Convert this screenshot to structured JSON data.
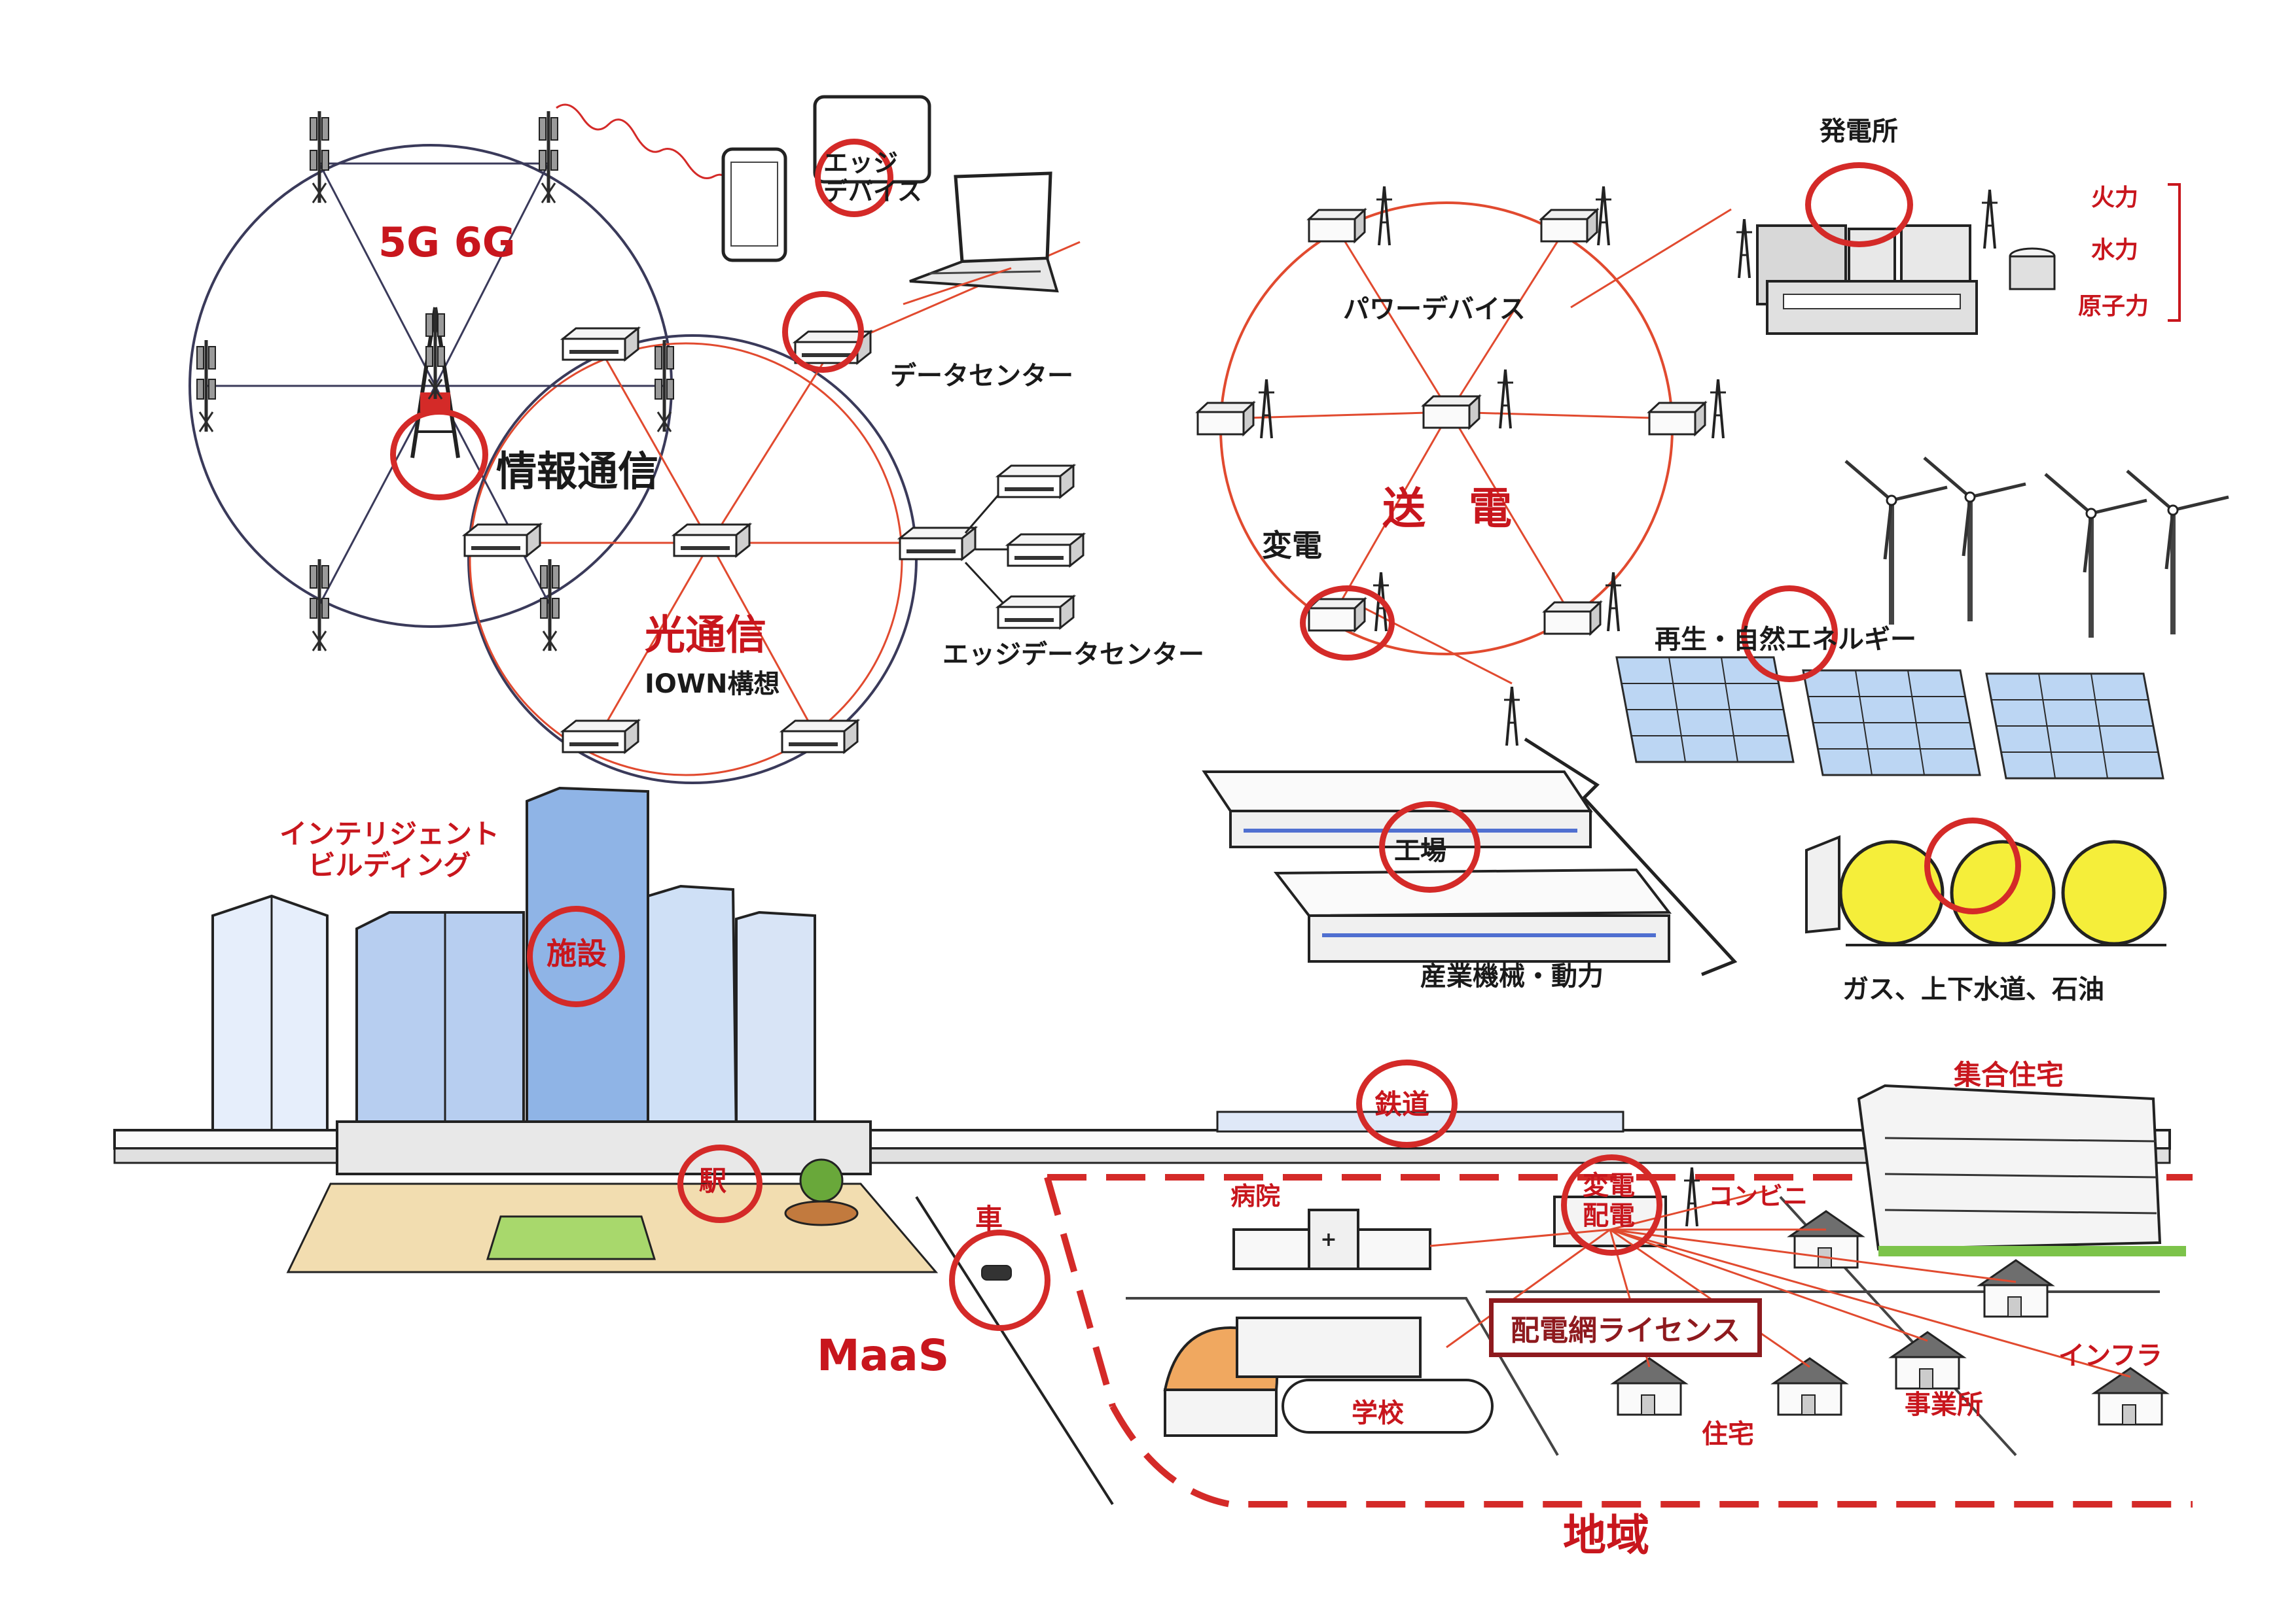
{
  "telecom": {
    "mobile_label": "5G  6G",
    "info_label": "情報通信",
    "optical_label": "光通信",
    "iown_label": "IOWN構想",
    "edge_device_label": "エッジ\nデバイス",
    "datacenter_label": "データセンター",
    "edge_datacenter_label": "エッジデータセンター"
  },
  "power": {
    "plant_label": "発電所",
    "plant_types": [
      "火力",
      "水力",
      "原子力"
    ],
    "power_device_label": "パワーデバイス",
    "transmission_label": "送　電",
    "substation_label": "変電",
    "renewable_label": "再生・自然エネルギー",
    "factory_label": "工場",
    "industry_label": "産業機械・動力",
    "utilities_label": "ガス、上下水道、石油"
  },
  "city": {
    "smart_building_label": "インテリジェント\nビルディング",
    "facility_label": "施設",
    "station_label": "駅",
    "railway_label": "鉄道",
    "car_label": "車",
    "maas_label": "MaaS",
    "apartment_label": "集合住宅",
    "hospital_label": "病院",
    "substation_distribution_label": "変電\n配電",
    "convenience_label": "コンビニ",
    "license_label": "配電網ライセンス",
    "school_label": "学校",
    "house_label": "住宅",
    "office_label": "事業所",
    "infra_label": "インフラ",
    "region_label": "地域"
  },
  "colors": {
    "accent_red": "#d42a28",
    "label_red": "#c8161d",
    "dark_red": "#8e1a1e",
    "sketch_line": "#2b2b2b",
    "network_circle": "#3a3a5a",
    "building_blue": "#8fb4e6",
    "plaza_tan": "#f2ddb0",
    "grass_green": "#a8d86c",
    "gas_yellow": "#f5ee3a"
  },
  "icons": [
    "cell-tower-icon",
    "tablet-icon",
    "smartphone-icon",
    "laptop-icon",
    "server-icon",
    "power-tower-icon",
    "factory-icon",
    "wind-turbine-icon",
    "solar-panel-icon",
    "gas-tank-icon",
    "building-icon",
    "tree-icon",
    "car-icon",
    "house-icon"
  ]
}
